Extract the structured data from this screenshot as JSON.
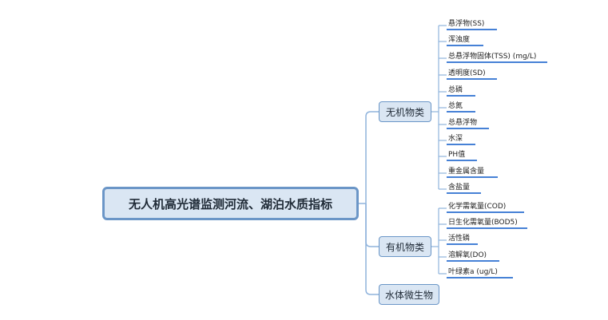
{
  "root": {
    "label": "无人机高光谱监测河流、湖泊水质指标"
  },
  "categories": [
    {
      "label": "无机物类",
      "children": [
        "悬浮物(SS)",
        "浑浊度",
        "总悬浮物固体(TSS) (mg/L)",
        "透明度(SD)",
        "总磷",
        "总氮",
        "总悬浮物",
        "水深",
        "PH值",
        "重金属含量",
        "含盐量"
      ]
    },
    {
      "label": "有机物类",
      "children": [
        "化学需氧量(COD)",
        "日生化需氧量(BOD5)",
        "活性磷",
        "溶解氧(DO)",
        "叶绿素a (ug/L)"
      ]
    },
    {
      "label": "水体微生物",
      "children": []
    }
  ],
  "colors": {
    "node_fill": "#dae6f3",
    "node_border": "#6b96c7",
    "link": "#8fb3dc",
    "underline": "#2b6fd1"
  }
}
